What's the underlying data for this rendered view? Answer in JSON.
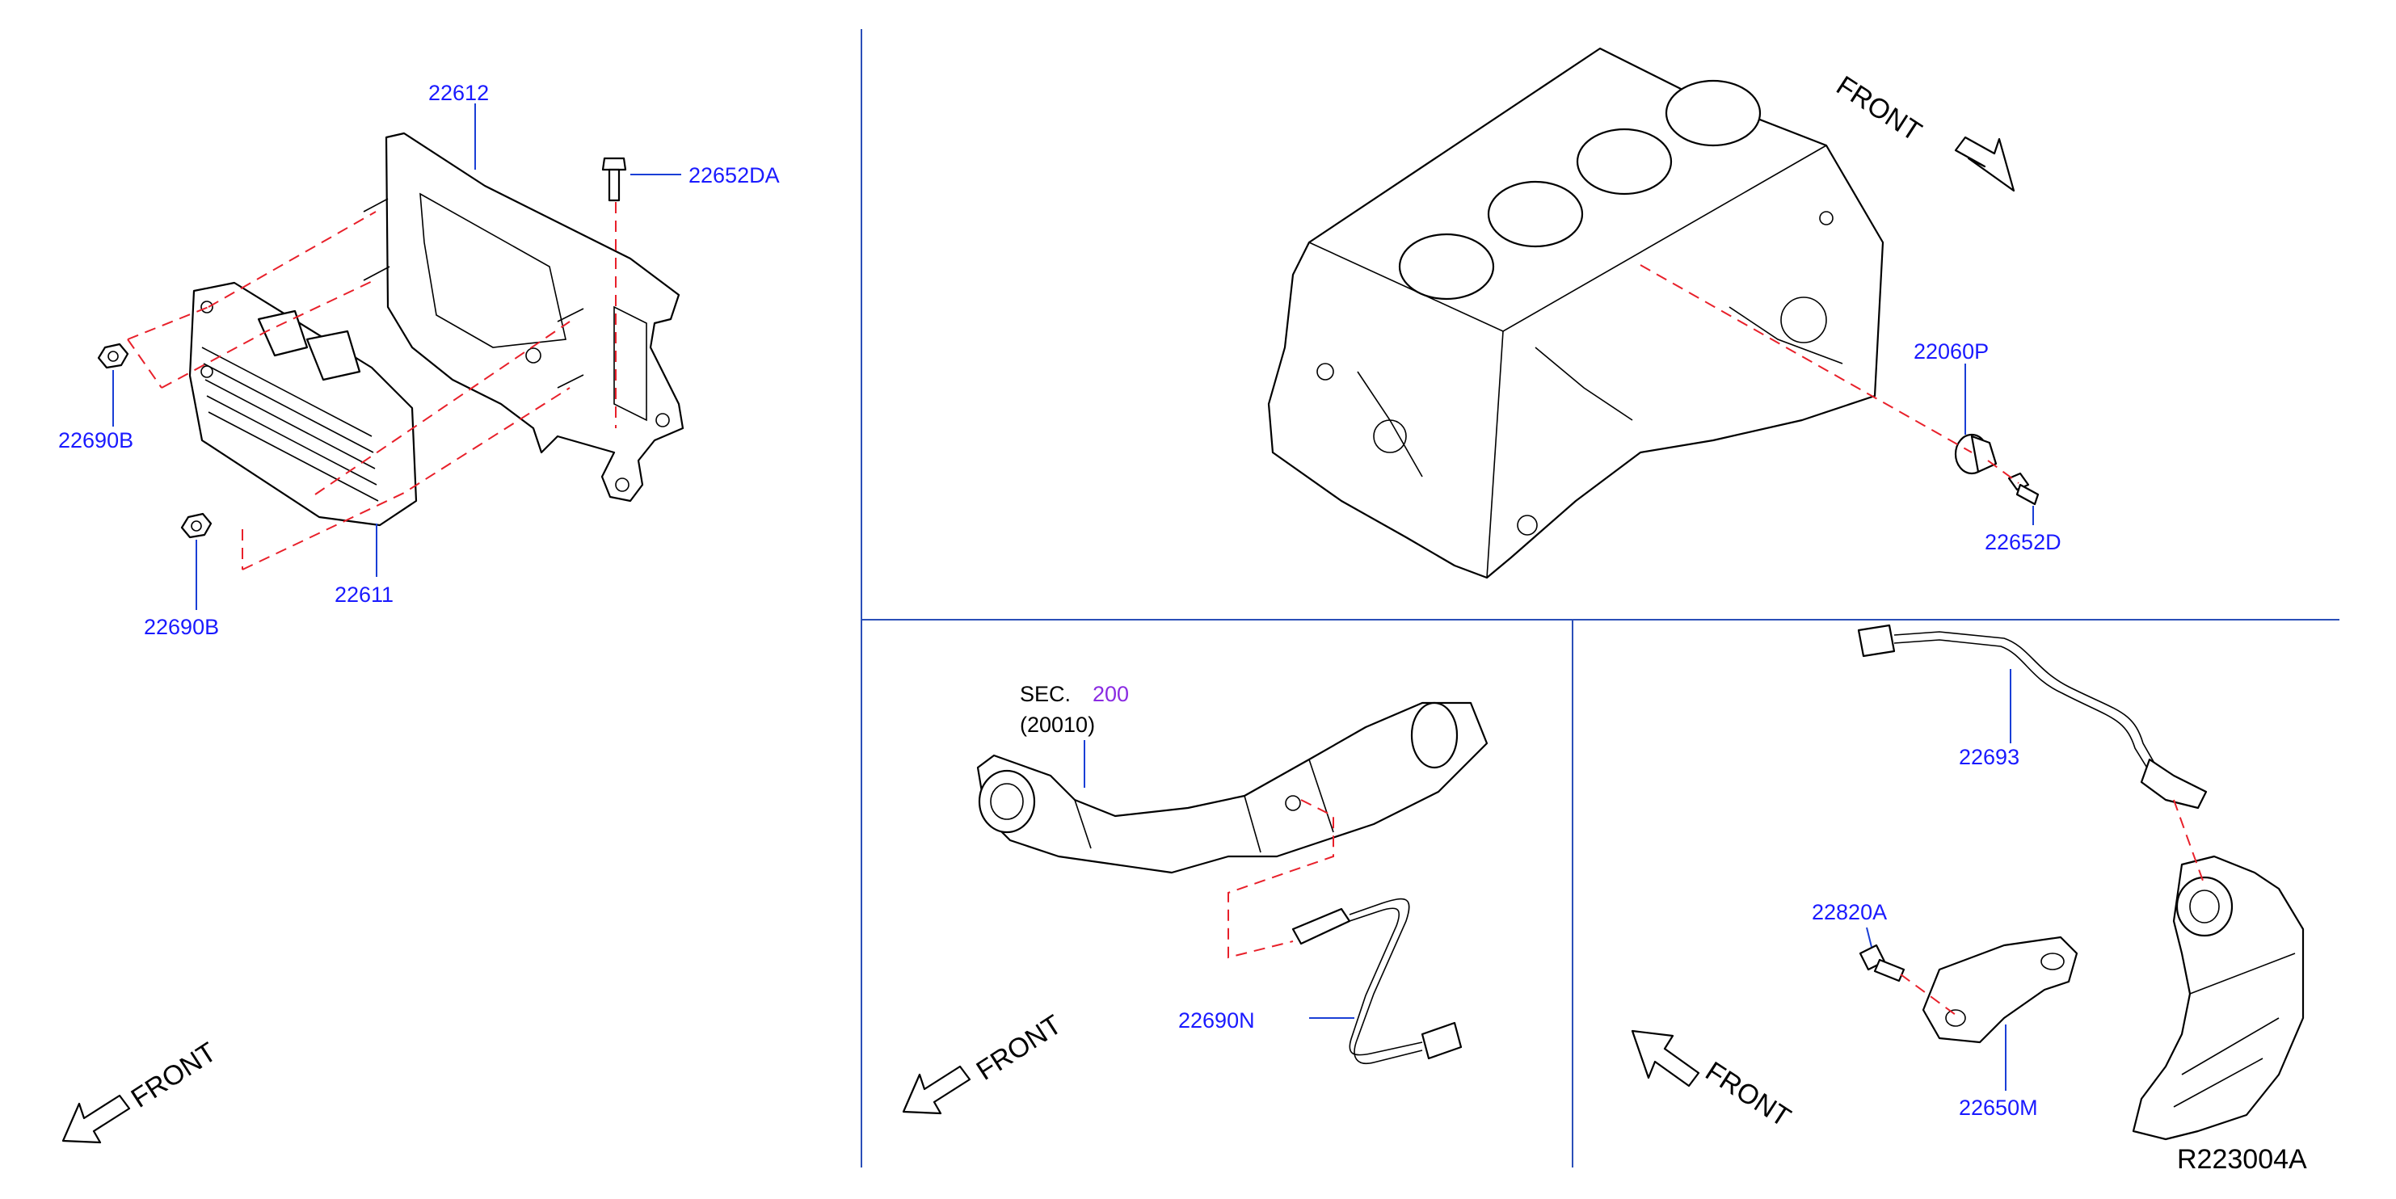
{
  "labels": {
    "p22612": "22612",
    "p22652DA": "22652DA",
    "p22690B_top": "22690B",
    "p22690B_bottom": "22690B",
    "p22611": "22611",
    "p22060P": "22060P",
    "p22652D": "22652D",
    "sec": "SEC.",
    "sec_num": "200",
    "sec_sub": "(20010)",
    "p22690N": "22690N",
    "p22693": "22693",
    "p22820A": "22820A",
    "p22650M": "22650M"
  },
  "front_labels": {
    "ecm": "FRONT",
    "block": "FRONT",
    "exhaust": "FRONT",
    "sensor": "FRONT"
  },
  "reference_code": "R223004A",
  "colors": {
    "label_blue": "#1a1aff",
    "dash_red": "#e8202a",
    "divider_blue": "#2b4fb8",
    "section_purple": "#8a2be2"
  }
}
